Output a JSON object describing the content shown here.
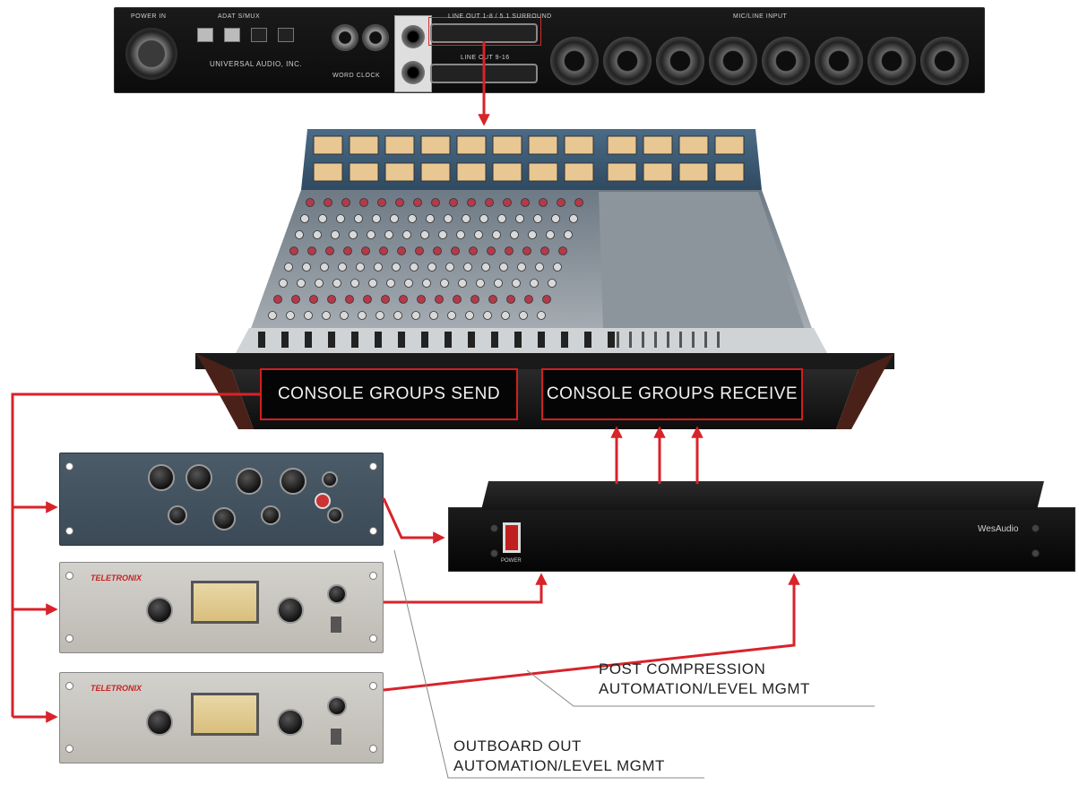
{
  "interface": {
    "labels": {
      "power": "POWER IN",
      "adat": "ADAT S/MUX",
      "brand": "UNIVERSAL AUDIO, INC.",
      "wordclock": "WORD CLOCK",
      "line_out_main": "LINE OUT 1-8 / 5.1 SURROUND",
      "line_out_b": "LINE OUT 9-16",
      "mic_line": "MIC/LINE INPUT"
    }
  },
  "console": {
    "groups_send": "CONSOLE GROUPS SEND",
    "groups_receive": "CONSOLE GROUPS RECEIVE"
  },
  "outboard": {
    "comp_brand": "TELETRONIX"
  },
  "automation_unit": {
    "brand": "WesAudio",
    "power_label": "POWER"
  },
  "captions": {
    "post_compression_line1": "POST COMPRESSION",
    "post_compression_line2": "AUTOMATION/LEVEL MGMT",
    "outboard_out_line1": "OUTBOARD OUT",
    "outboard_out_line2": "AUTOMATION/LEVEL MGMT"
  },
  "colors": {
    "signal_arrow": "#d8232a",
    "label_box_border": "#d01f1f",
    "label_box_fill": "#050505"
  }
}
